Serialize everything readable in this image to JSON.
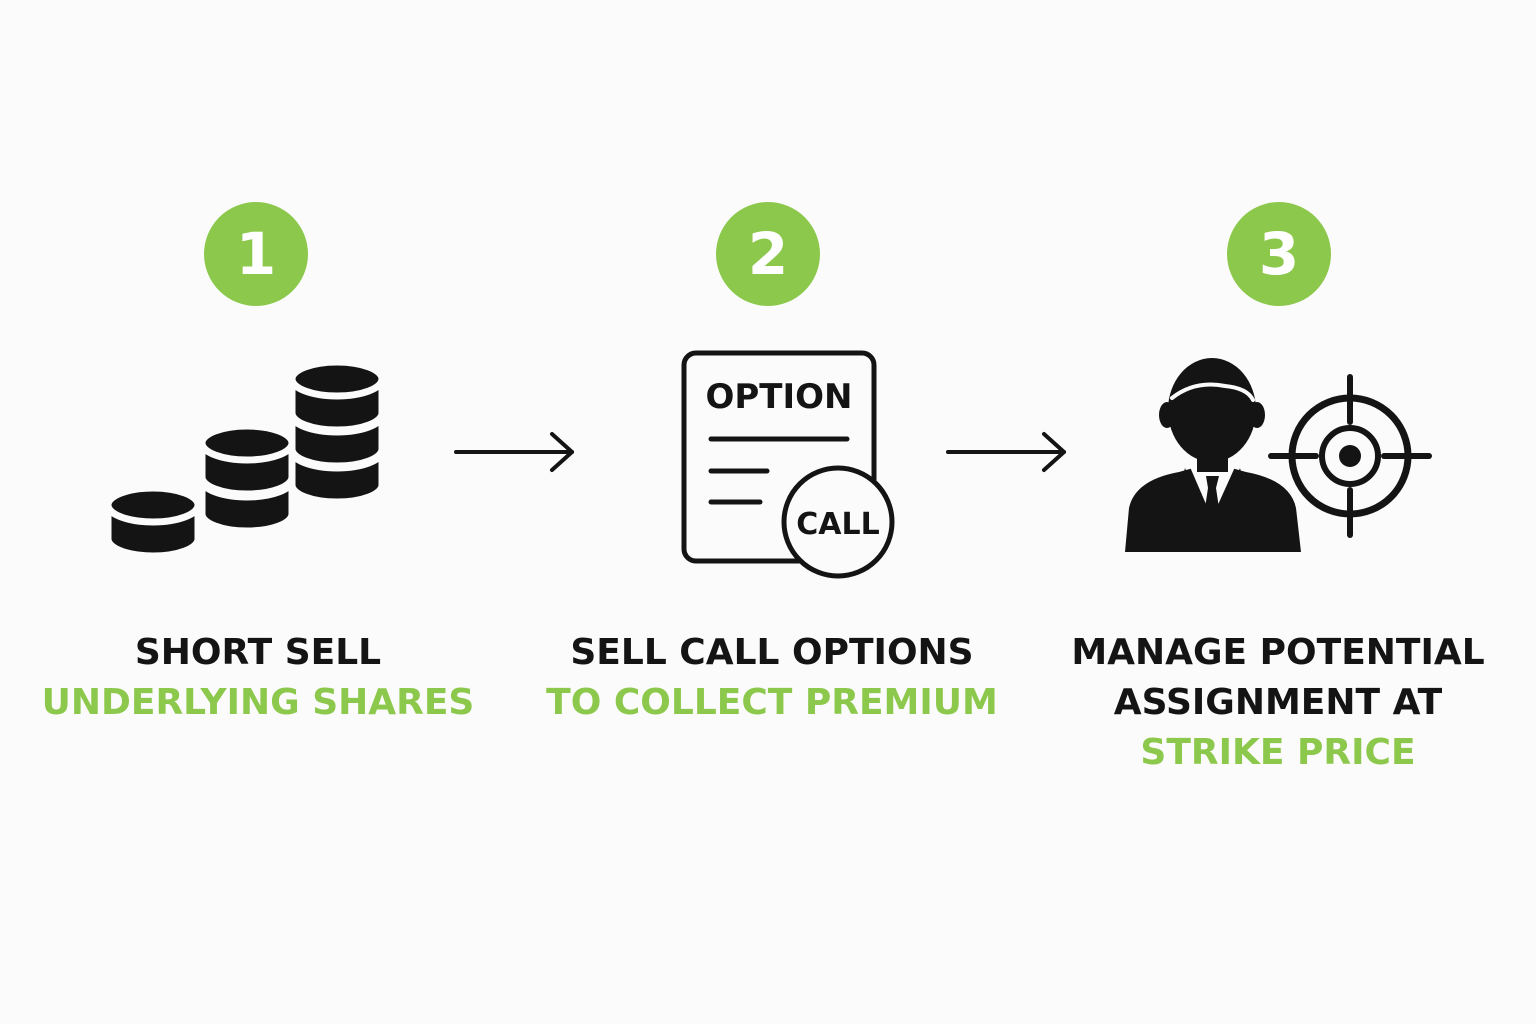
{
  "colors": {
    "accent": "#8cc84b",
    "ink": "#141414",
    "background": "#fbfbfb",
    "badge_text": "#ffffff"
  },
  "steps": [
    {
      "number": "1",
      "icon": "coin-stack-icon",
      "caption_dark": [
        "SHORT SELL"
      ],
      "caption_green": [
        "UNDERLYING SHARES"
      ]
    },
    {
      "number": "2",
      "icon": "option-document-icon",
      "icon_text_title": "OPTION",
      "icon_text_seal": "CALL",
      "caption_dark": [
        "SELL CALL OPTIONS"
      ],
      "caption_green": [
        "TO COLLECT PREMIUM"
      ]
    },
    {
      "number": "3",
      "icon": "businessman-target-icon",
      "caption_dark": [
        "MANAGE POTENTIAL",
        "ASSIGNMENT AT"
      ],
      "caption_green": [
        "STRIKE PRICE"
      ]
    }
  ],
  "connectors": [
    "arrow-right-icon",
    "arrow-right-icon"
  ]
}
